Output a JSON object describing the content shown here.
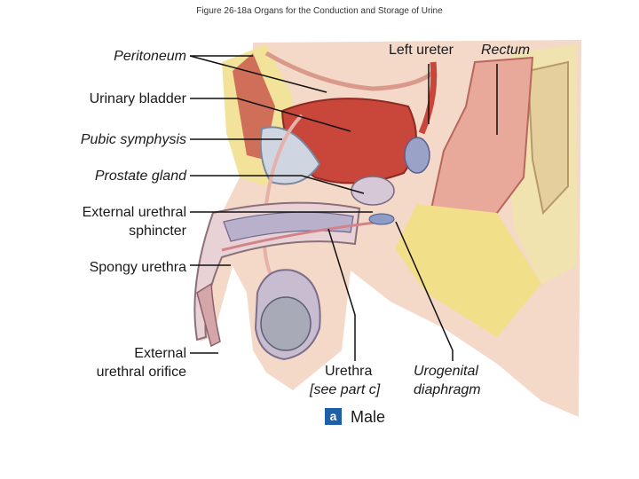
{
  "figure_title": "Figure 26-18a  Organs for the Conduction and Storage of Urine",
  "labels": {
    "peritoneum": "Peritoneum",
    "urinary_bladder": "Urinary bladder",
    "pubic_symphysis": "Pubic symphysis",
    "prostate_gland": "Prostate gland",
    "external_urethral_sphincter_line1": "External urethral",
    "external_urethral_sphincter_line2": "sphincter",
    "spongy_urethra": "Spongy urethra",
    "external_urethral_orifice_line1": "External",
    "external_urethral_orifice_line2": "urethral orifice",
    "left_ureter": "Left ureter",
    "rectum": "Rectum",
    "urethra_line1": "Urethra",
    "urethra_line2": "[see part c]",
    "urogenital_line1": "Urogenital",
    "urogenital_line2": "diaphragm"
  },
  "panel": {
    "letter": "a",
    "caption": "Male"
  }
}
